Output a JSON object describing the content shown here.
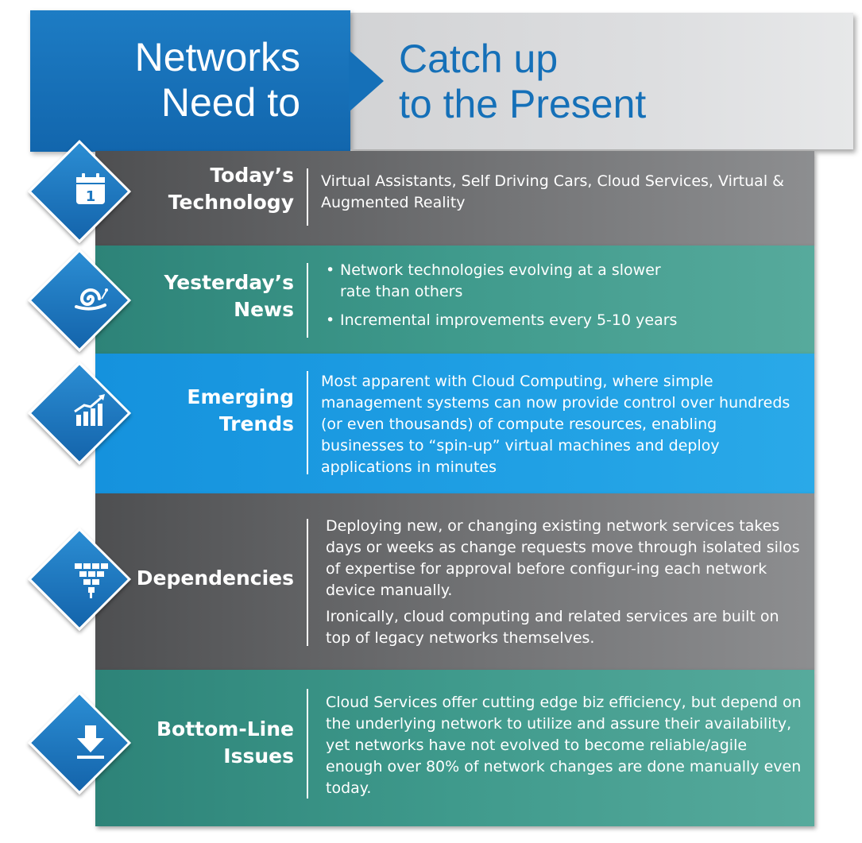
{
  "header": {
    "left_title": "Networks\nNeed to",
    "right_title": "Catch up\nto the Present"
  },
  "colors": {
    "header_blue": "#1570b8",
    "gray_band": "#727375",
    "teal_band": "#3f9a8c",
    "bright_blue_band": "#20a0e4",
    "diamond_blue": "#1d78c1"
  },
  "rows": [
    {
      "icon": "calendar-icon",
      "icon_text": "1",
      "label": "Today’s\nTechnology",
      "paragraphs": [
        "Virtual Assistants, Self Driving Cars, Cloud Services, Virtual & Augmented Reality"
      ]
    },
    {
      "icon": "snail-icon",
      "label": "Yesterday’s\nNews",
      "bullets": [
        "Network technologies evolving at  a slower\nrate than others",
        "Incremental improvements every 5-10 years"
      ]
    },
    {
      "icon": "growth-chart-icon",
      "label": "Emerging\nTrends",
      "paragraphs": [
        "Most apparent with Cloud Computing, where simple management systems can now provide control over hundreds (or even thousands) of compute resources, enabling businesses to “spin-up” virtual machines and deploy applications in minutes"
      ]
    },
    {
      "icon": "hierarchy-funnel-icon",
      "label": "Dependencies",
      "paragraphs": [
        "Deploying new, or changing existing network services takes days or weeks as change requests move through isolated silos of expertise for approval before configur-ing each network device manually.",
        "Ironically, cloud computing and related services are built on top of legacy networks themselves."
      ]
    },
    {
      "icon": "download-arrow-icon",
      "label": "Bottom-Line\nIssues",
      "paragraphs": [
        "Cloud Services offer cutting edge biz efficiency, but depend on the underlying network to utilize and assure their availability, yet networks have not evolved to become reliable/agile enough over 80% of network changes are done manually even today."
      ]
    }
  ]
}
